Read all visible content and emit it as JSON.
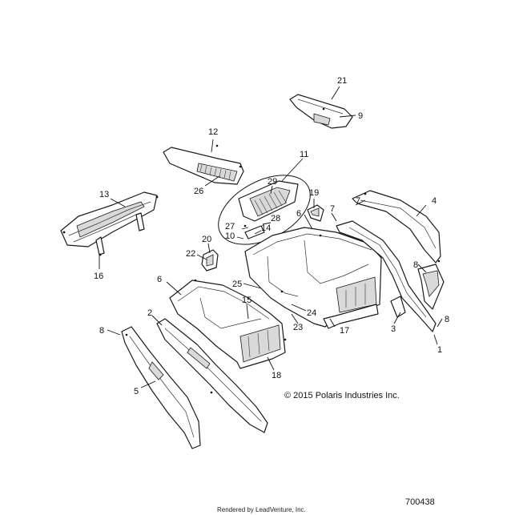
{
  "callouts": [
    {
      "label": "21"
    },
    {
      "label": "9"
    },
    {
      "label": "12"
    },
    {
      "label": "11"
    },
    {
      "label": "26"
    },
    {
      "label": "29"
    },
    {
      "label": "13"
    },
    {
      "label": "19"
    },
    {
      "label": "6"
    },
    {
      "label": "27"
    },
    {
      "label": "28"
    },
    {
      "label": "14"
    },
    {
      "label": "10"
    },
    {
      "label": "7"
    },
    {
      "label": "4"
    },
    {
      "label": "7"
    },
    {
      "label": "20"
    },
    {
      "label": "16"
    },
    {
      "label": "22"
    },
    {
      "label": "8"
    },
    {
      "label": "6"
    },
    {
      "label": "25"
    },
    {
      "label": "15"
    },
    {
      "label": "24"
    },
    {
      "label": "23"
    },
    {
      "label": "2"
    },
    {
      "label": "3"
    },
    {
      "label": "8"
    },
    {
      "label": "17"
    },
    {
      "label": "1"
    },
    {
      "label": "8"
    },
    {
      "label": "18"
    },
    {
      "label": "5"
    }
  ],
  "copyright": "© 2015 Polaris Industries Inc.",
  "diagram_number": "700438",
  "footer": "Rendered by LeadVenture, Inc."
}
